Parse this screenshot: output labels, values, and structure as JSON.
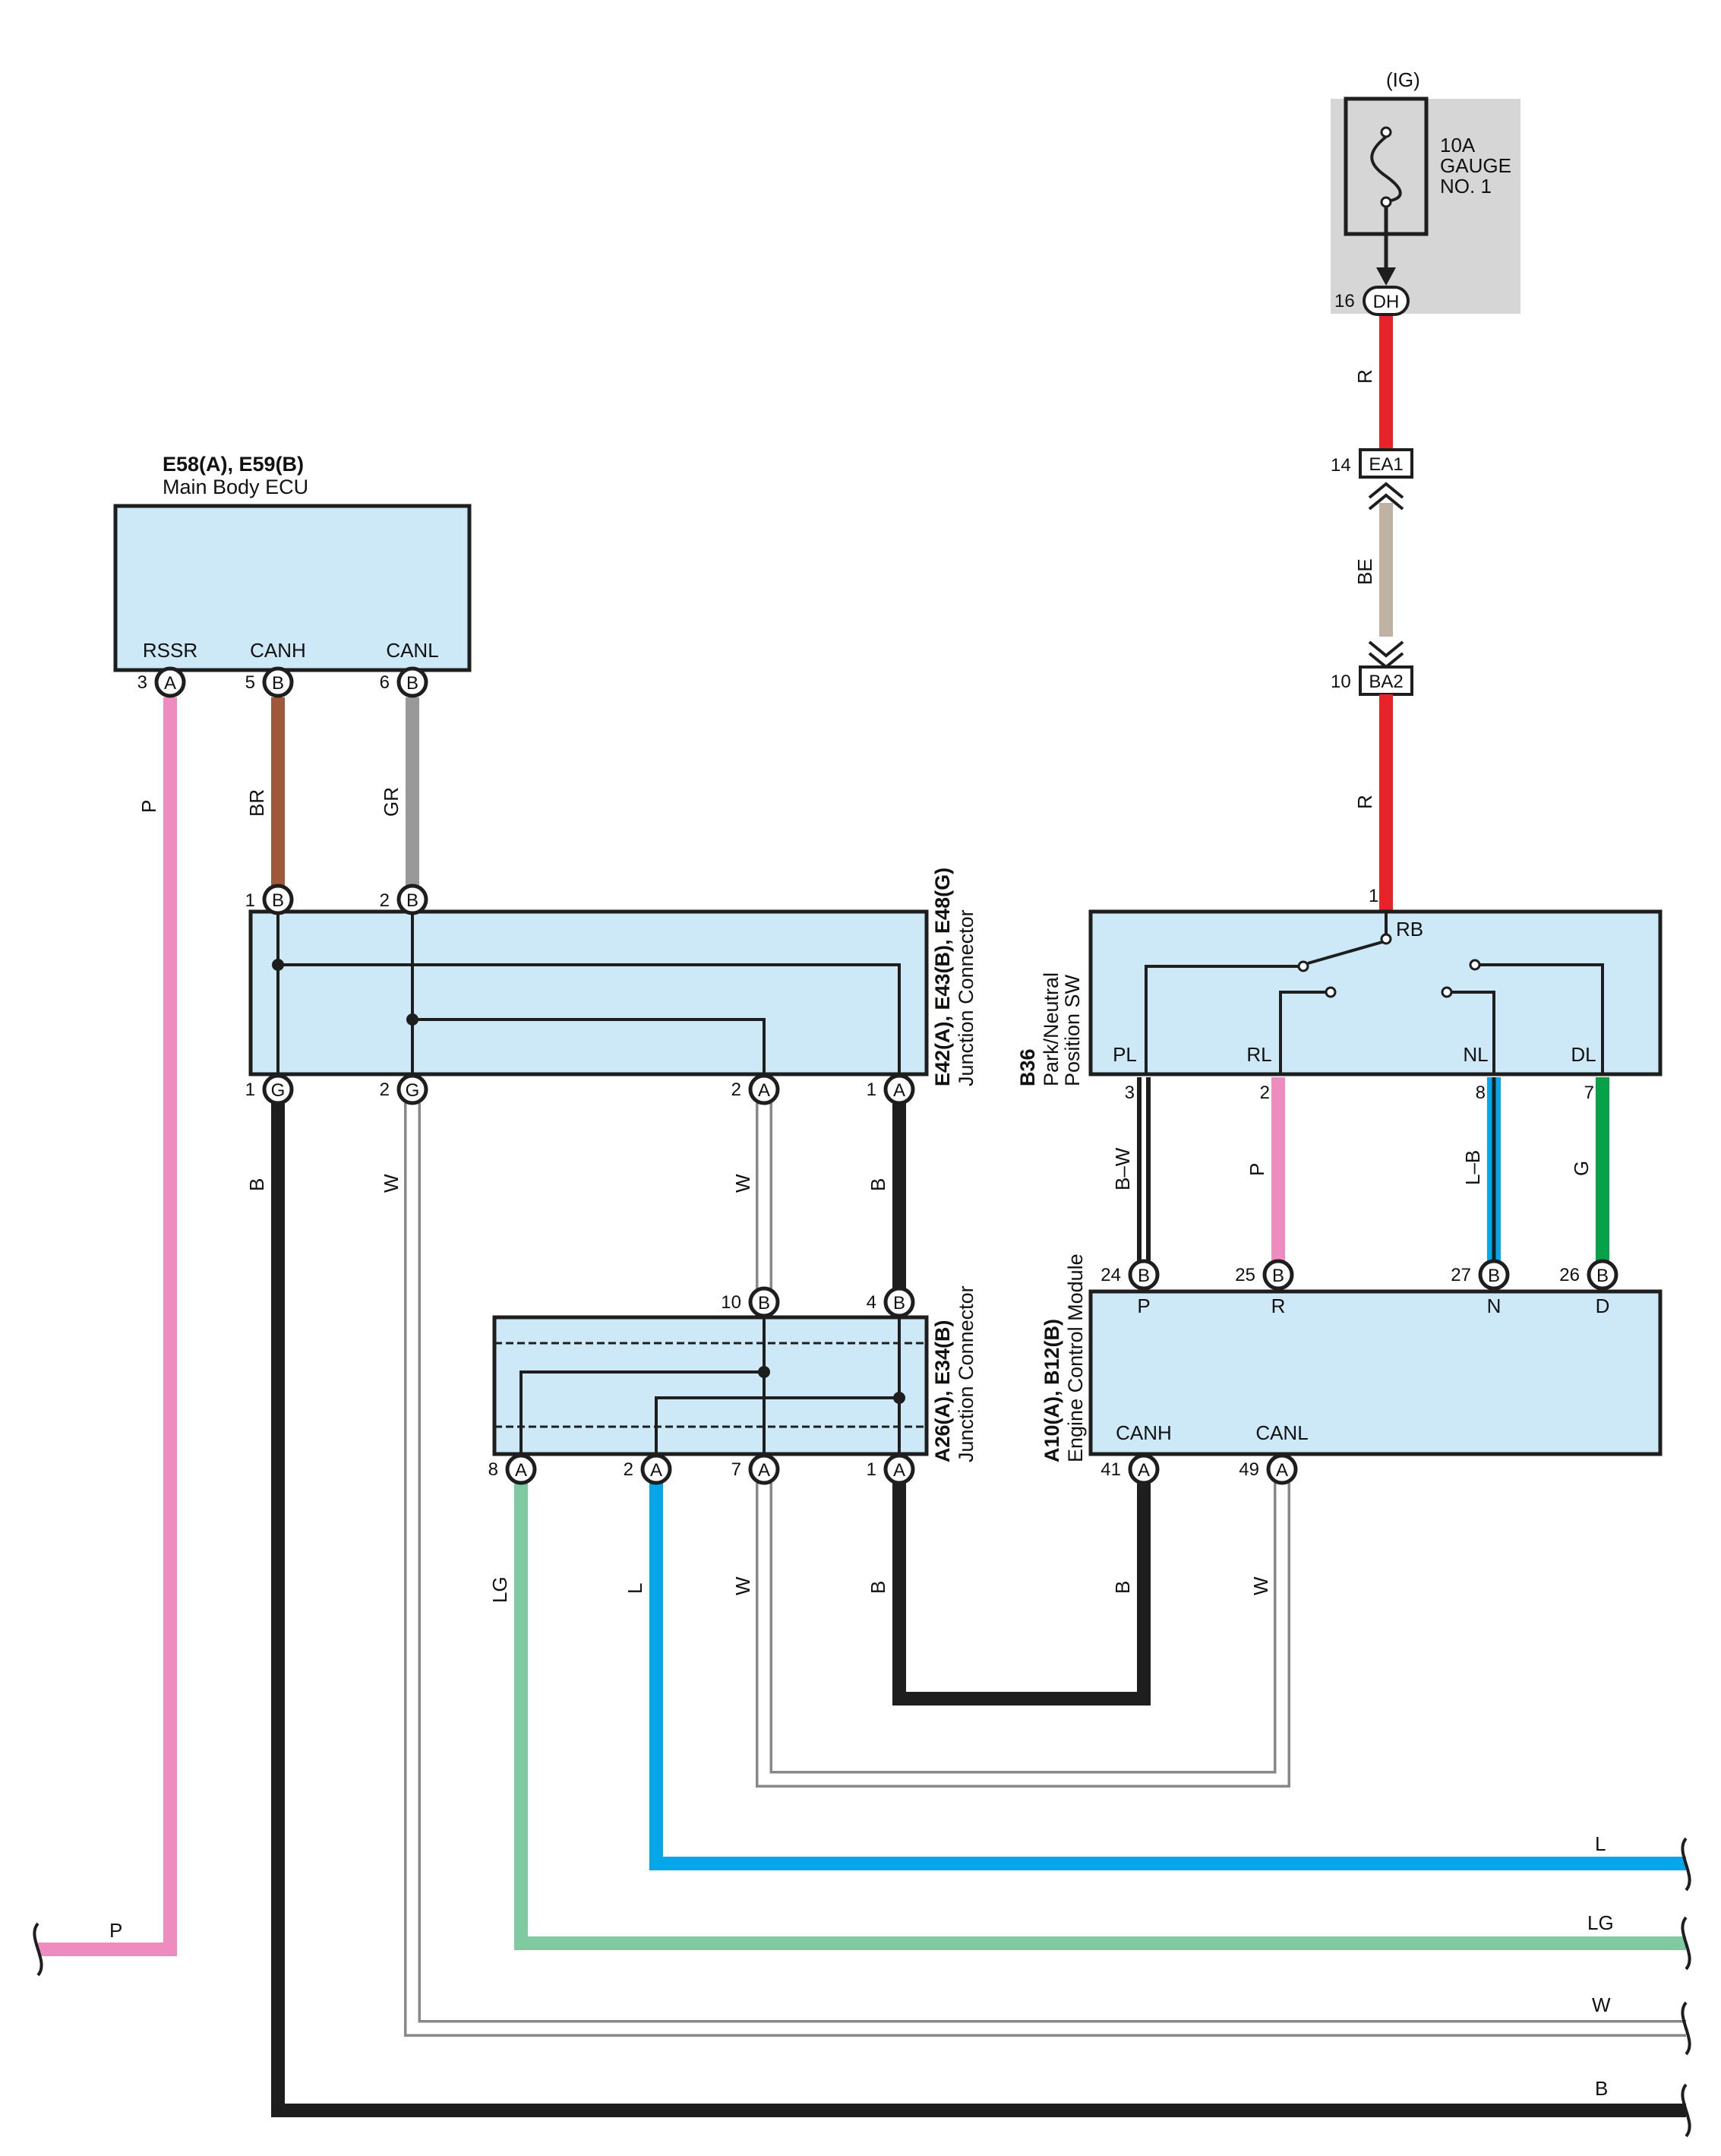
{
  "colors": {
    "R": "#e8222a",
    "BE": "#bfb2a3",
    "P": "#ef8cbf",
    "BR": "#a0583a",
    "GR": "#999999",
    "B": "#1e1e1e",
    "W": "#ffffff",
    "G": "#06a24a",
    "L": "#05a7ea",
    "LG": "#7fcaa0",
    "box_fill": "#cde9f8",
    "fuse_box_fill": "#d6d6d6"
  },
  "fuse": {
    "source": "(IG)",
    "rating": "10A",
    "name_line1": "GAUGE",
    "name_line2": "NO. 1",
    "pin": "16",
    "conn": "DH"
  },
  "connectors": {
    "ea1": {
      "pin": "14",
      "code": "EA1"
    },
    "ba2": {
      "pin": "10",
      "code": "BA2"
    }
  },
  "main_ecu": {
    "id": "E58(A), E59(B)",
    "name": "Main Body ECU",
    "terminals": [
      {
        "label": "RSSR",
        "pin": "3",
        "conn": "A"
      },
      {
        "label": "CANH",
        "pin": "5",
        "conn": "B"
      },
      {
        "label": "CANL",
        "pin": "6",
        "conn": "B"
      }
    ]
  },
  "jc1": {
    "id": "E42(A), E43(B), E48(G)",
    "name": "Junction Connector",
    "top_pins": [
      {
        "pin": "1",
        "conn": "B"
      },
      {
        "pin": "2",
        "conn": "B"
      }
    ],
    "bottom_pins": [
      {
        "pin": "1",
        "conn": "G"
      },
      {
        "pin": "2",
        "conn": "G"
      },
      {
        "pin": "2",
        "conn": "A"
      },
      {
        "pin": "1",
        "conn": "A"
      }
    ]
  },
  "jc2": {
    "id": "A26(A), E34(B)",
    "name": "Junction Connector",
    "top_pins": [
      {
        "pin": "10",
        "conn": "B"
      },
      {
        "pin": "4",
        "conn": "B"
      }
    ],
    "bottom_pins": [
      {
        "pin": "8",
        "conn": "A"
      },
      {
        "pin": "2",
        "conn": "A"
      },
      {
        "pin": "7",
        "conn": "A"
      },
      {
        "pin": "1",
        "conn": "A"
      }
    ]
  },
  "pnp_sw": {
    "id": "B36",
    "name_line1": "Park/Neutral",
    "name_line2": "Position SW",
    "input_pin": "1",
    "input_label": "RB",
    "outputs": [
      {
        "label": "PL",
        "pin": "3"
      },
      {
        "label": "RL",
        "pin": "2"
      },
      {
        "label": "NL",
        "pin": "8"
      },
      {
        "label": "DL",
        "pin": "7"
      }
    ]
  },
  "ecm": {
    "id": "A10(A), B12(B)",
    "name": "Engine Control Module",
    "top_terminals": [
      {
        "label": "P",
        "pin": "24",
        "conn": "B"
      },
      {
        "label": "R",
        "pin": "25",
        "conn": "B"
      },
      {
        "label": "N",
        "pin": "27",
        "conn": "B"
      },
      {
        "label": "D",
        "pin": "26",
        "conn": "B"
      }
    ],
    "bottom_terminals": [
      {
        "label": "CANH",
        "pin": "41",
        "conn": "A"
      },
      {
        "label": "CANL",
        "pin": "49",
        "conn": "A"
      }
    ]
  },
  "wire_labels": {
    "r1": "R",
    "be": "BE",
    "r2": "R",
    "p_main": "P",
    "br": "BR",
    "gr": "GR",
    "b_left": "B",
    "w_left": "W",
    "w_mid": "W",
    "b_mid": "B",
    "bw": "B–W",
    "p_sw": "P",
    "lb": "L–B",
    "g": "G",
    "lg": "LG",
    "l": "L",
    "w_low": "W",
    "b_low": "B",
    "b_ecm": "B",
    "w_ecm": "W"
  },
  "continuations": {
    "p": "P",
    "l": "L",
    "lg": "LG",
    "w": "W",
    "b": "B"
  }
}
